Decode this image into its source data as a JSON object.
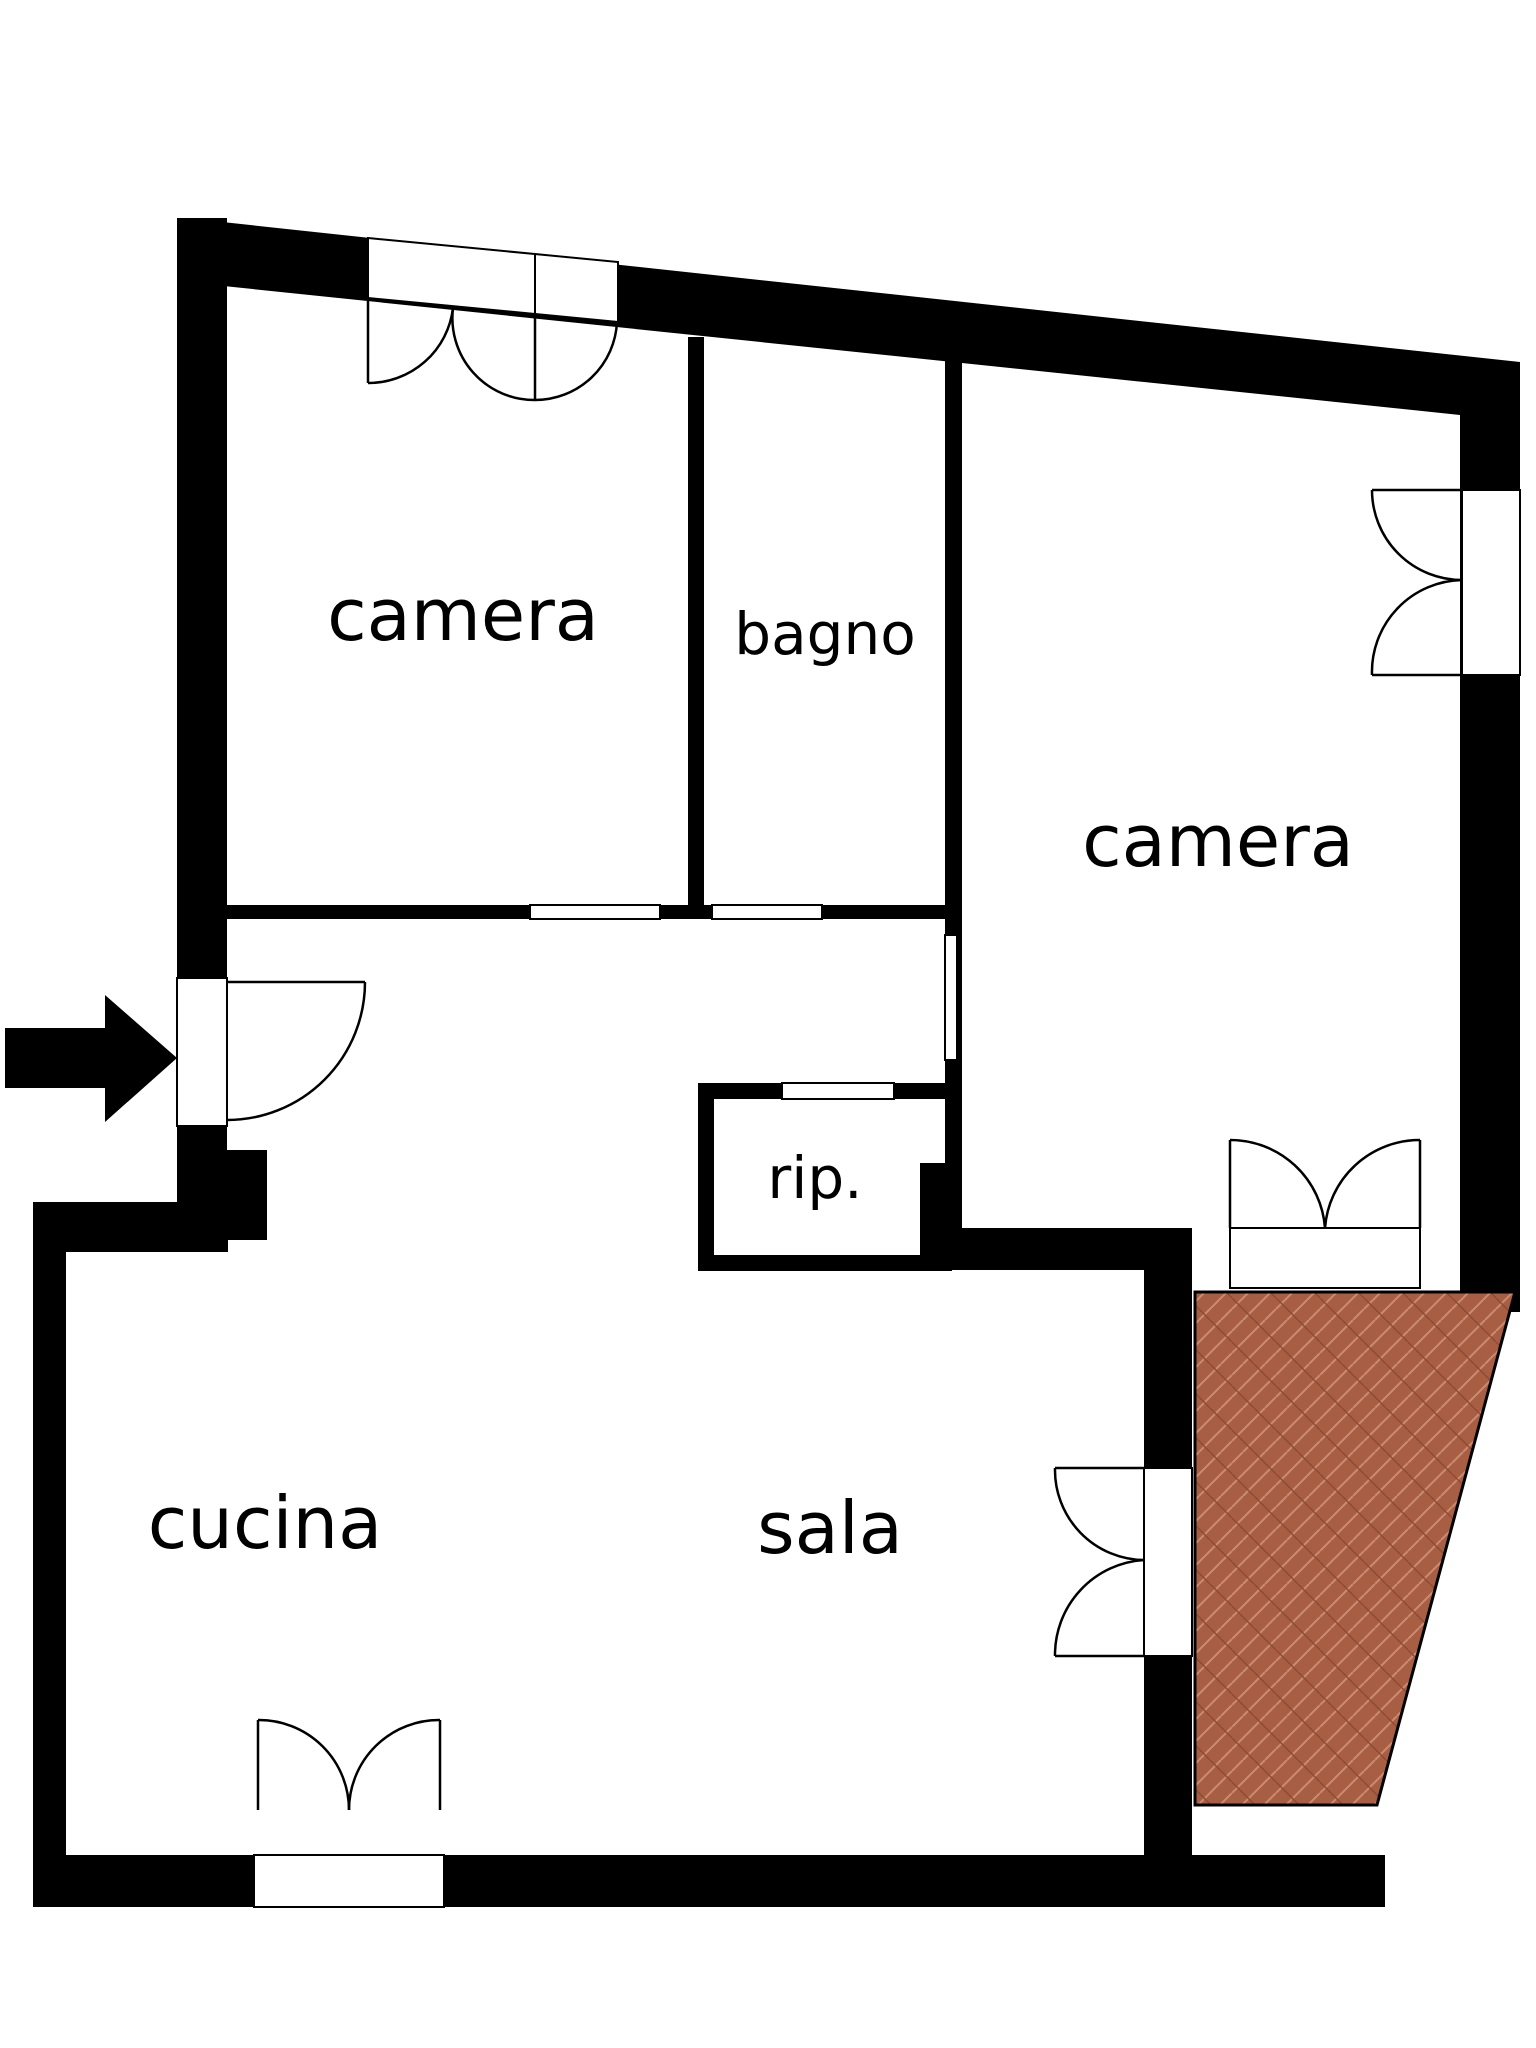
{
  "rooms": {
    "camera_top_left": "camera",
    "bagno": "bagno",
    "camera_right": "camera",
    "rip": "rip.",
    "cucina": "cucina",
    "sala": "sala"
  },
  "colors": {
    "wall": "#000000",
    "terrace": "#a85e43",
    "terrace_joint": "#c98b72",
    "background": "#ffffff"
  },
  "icons": {
    "entrance": "entrance-arrow-icon"
  }
}
